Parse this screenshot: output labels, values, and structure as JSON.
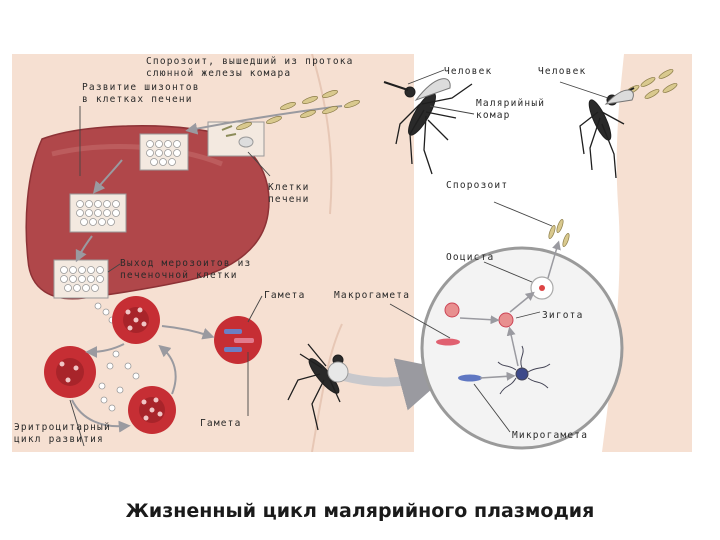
{
  "caption": "Жизненный цикл малярийного плазмодия",
  "labels": {
    "sporozoite_duct_1": "Спорозоит, вышедший из протока",
    "sporozoite_duct_2": "слюнной железы комара",
    "schizont_dev_1": "Развитие шизонтов",
    "schizont_dev_2": "в клетках печени",
    "human_1": "Человек",
    "human_2": "Человек",
    "mosquito_1": "Малярийный",
    "mosquito_2": "комар",
    "liver_cells_1": "Клетки",
    "liver_cells_2": "печени",
    "sporozoite": "Спорозоит",
    "oocyst": "Ооциста",
    "merozoite_exit_1": "Выход мерозоитов из",
    "merozoite_exit_2": "печеночной клетки",
    "gamete_top": "Гамета",
    "macrogamete": "Макрогамета",
    "zygote": "Зигота",
    "gamete_bottom": "Гамета",
    "erythro_1": "Эритроцитарный",
    "erythro_2": "цикл развития",
    "microgamete": "Микрогамета"
  },
  "colors": {
    "skin": "#f6e0d2",
    "liver": "#b0474a",
    "rbc": "#c62e34",
    "circle_bg": "#f3f3f3",
    "arrow": "#c8c8cc"
  }
}
